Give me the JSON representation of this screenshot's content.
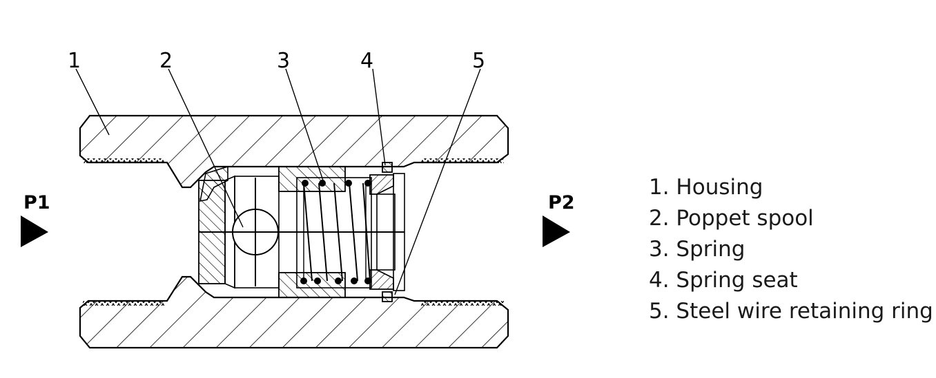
{
  "callouts": [
    "1",
    "2",
    "3",
    "4",
    "5"
  ],
  "ports": {
    "inlet": "P1",
    "outlet": "P2"
  },
  "legend": [
    "1. Housing",
    "2. Poppet spool",
    "3. Spring",
    "4. Spring seat",
    "5. Steel wire retaining ring"
  ]
}
